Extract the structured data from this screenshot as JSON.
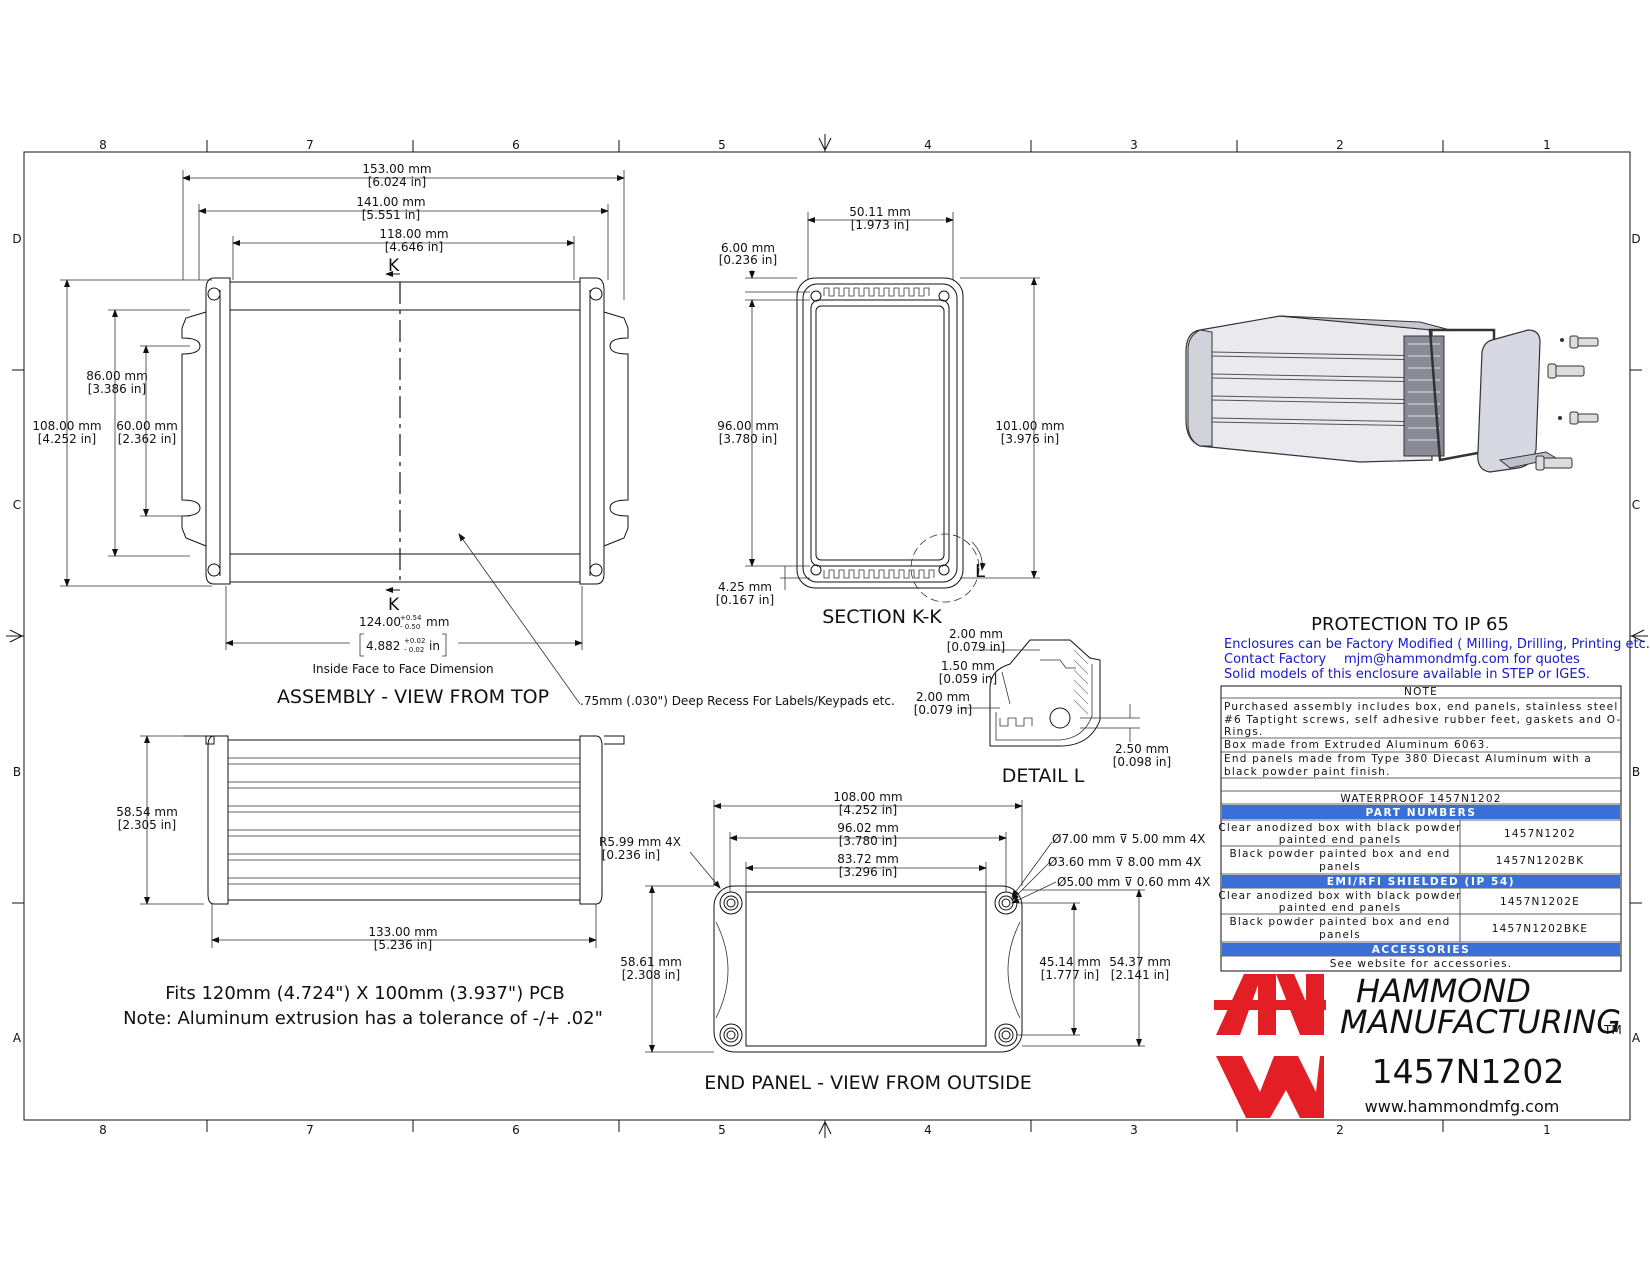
{
  "border": {
    "columns_top": [
      "8",
      "7",
      "6",
      "5",
      "4",
      "3",
      "2",
      "1"
    ],
    "rows_left": [
      "D",
      "C",
      "B",
      "A"
    ]
  },
  "top_view": {
    "title": "ASSEMBLY - VIEW FROM TOP",
    "overall_length": {
      "mm": "153.00 mm",
      "in": "[6.024 in]"
    },
    "flange_length": {
      "mm": "141.00 mm",
      "in": "[5.551 in]"
    },
    "body_length": {
      "mm": "118.00 mm",
      "in": "[4.646 in]"
    },
    "width_outer": {
      "mm": "108.00 mm",
      "in": "[4.252 in]"
    },
    "width_mount": {
      "mm": "86.00 mm",
      "in": "[3.386 in]"
    },
    "width_inner": {
      "mm": "60.00 mm",
      "in": "[2.362 in]"
    },
    "section_mark": "K",
    "inside_dim_mm": "124.00",
    "inside_tol_mm_plus": "+0.54",
    "inside_tol_mm_minus": "- 0.50",
    "inside_unit_mm": "mm",
    "inside_dim_in": "4.882",
    "inside_tol_in_plus": "+0.02",
    "inside_tol_in_minus": "- 0.02",
    "inside_unit_in": "in",
    "inside_note": "Inside Face to Face Dimension",
    "recess_note": ".75mm (.030\") Deep Recess For Labels/Keypads etc."
  },
  "section": {
    "title": "SECTION  K-K",
    "width": {
      "mm": "50.11 mm",
      "in": "[1.973 in]"
    },
    "wall": {
      "mm": "6.00 mm",
      "in": "[0.236 in]"
    },
    "inner_height": {
      "mm": "96.00 mm",
      "in": "[3.780 in]"
    },
    "outer_height": {
      "mm": "101.00 mm",
      "in": "[3.976 in]"
    },
    "bottom": {
      "mm": "4.25 mm",
      "in": "[0.167 in]"
    },
    "detail_mark": "L"
  },
  "detail": {
    "title": "DETAIL  L",
    "d1": {
      "mm": "2.00 mm",
      "in": "[0.079 in]"
    },
    "d2": {
      "mm": "1.50 mm",
      "in": "[0.059 in]"
    },
    "d3": {
      "mm": "2.00 mm",
      "in": "[0.079 in]"
    },
    "d4": {
      "mm": "2.50 mm",
      "in": "[0.098 in]"
    }
  },
  "side_view": {
    "height": {
      "mm": "58.54 mm",
      "in": "[2.305 in]"
    },
    "length": {
      "mm": "133.00 mm",
      "in": "[5.236 in]"
    }
  },
  "notes": {
    "pcb": "Fits 120mm (4.724\") X 100mm (3.937\") PCB",
    "tolerance": "Note: Aluminum extrusion has a tolerance of -/+ .02\""
  },
  "end_panel": {
    "title": "END PANEL - VIEW FROM OUTSIDE",
    "width": {
      "mm": "108.00 mm",
      "in": "[4.252 in]"
    },
    "inner_width": {
      "mm": "96.02 mm",
      "in": "[3.780 in]"
    },
    "recess_width": {
      "mm": "83.72 mm",
      "in": "[3.296 in]"
    },
    "radius": {
      "mm": "R5.99 mm 4X",
      "in": "[0.236 in]"
    },
    "height": {
      "mm": "58.61 mm",
      "in": "[2.308 in]"
    },
    "hole_spacing": {
      "mm": "45.14 mm",
      "in": "[1.777 in]"
    },
    "inner_height": {
      "mm": "54.37 mm",
      "in": "[2.141 in]"
    },
    "hole1": "Ø7.00 mm ⊽ 5.00 mm 4X",
    "hole2": "Ø3.60 mm ⊽ 8.00 mm 4X",
    "hole3": "Ø5.00 mm ⊽ 0.60 mm 4X"
  },
  "info": {
    "protection": "PROTECTION TO IP 65",
    "line1": "Enclosures can be Factory Modified ( Milling, Drilling, Printing etc. )",
    "line2a": "Contact Factory",
    "line2b": "mjm@hammondmfg.com for quotes",
    "line3": "Solid models of this enclosure available in STEP or IGES."
  },
  "table": {
    "note_header": "NOTE",
    "note1a": "Purchased assembly includes box, end panels, stainless steel",
    "note1b": "#6 Taptight screws, self adhesive rubber feet, gaskets and O-",
    "note1c": "Rings.",
    "note2": "Box made from Extruded Aluminum 6063.",
    "note3a": "End panels made from Type 380 Diecast Aluminum with a",
    "note3b": "black powder paint finish.",
    "waterproof": "WATERPROOF 1457N1202",
    "part_numbers": "PART NUMBERS",
    "r1a": "Clear anodized box with black powder",
    "r1b": "painted end panels",
    "r1p": "1457N1202",
    "r2a": "Black powder painted box and end",
    "r2b": "panels",
    "r2p": "1457N1202BK",
    "emi": "EMI/RFI SHIELDED (IP 54)",
    "r3a": "Clear anodized box with black powder",
    "r3b": "painted end panels",
    "r3p": "1457N1202E",
    "r4a": "Black powder painted box and end",
    "r4b": "panels",
    "r4p": "1457N1202BKE",
    "accessories": "ACCESSORIES",
    "acc_text": "See website for accessories."
  },
  "brand": {
    "name1": "HAMMOND",
    "name2": "MANUFACTURING",
    "tm": "TM",
    "part_no": "1457N1202",
    "website": "www.hammondmfg.com",
    "logo_color": "#e31e24",
    "header_color": "#3a6fd8"
  }
}
